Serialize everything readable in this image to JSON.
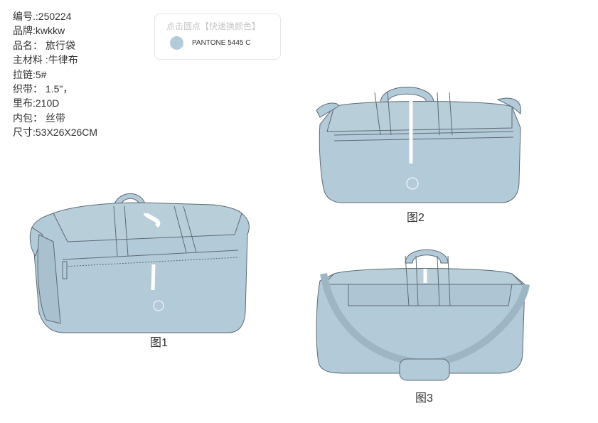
{
  "specs": [
    "编号.:250224",
    "品牌:kwkkw",
    "品名： 旅行袋",
    "主材料 :牛律布",
    "拉链:5#",
    "织带： 1.5\"，",
    "里布:210D",
    "内包： 丝带",
    "尺寸:53X26X26CM"
  ],
  "color_panel": {
    "title": "点击圆点【快速换颜色】",
    "colors": [
      {
        "name": "PANTONE 5445 C",
        "hex": "#b3cad8"
      }
    ]
  },
  "figures": [
    "图1",
    "图2",
    "图3"
  ]
}
